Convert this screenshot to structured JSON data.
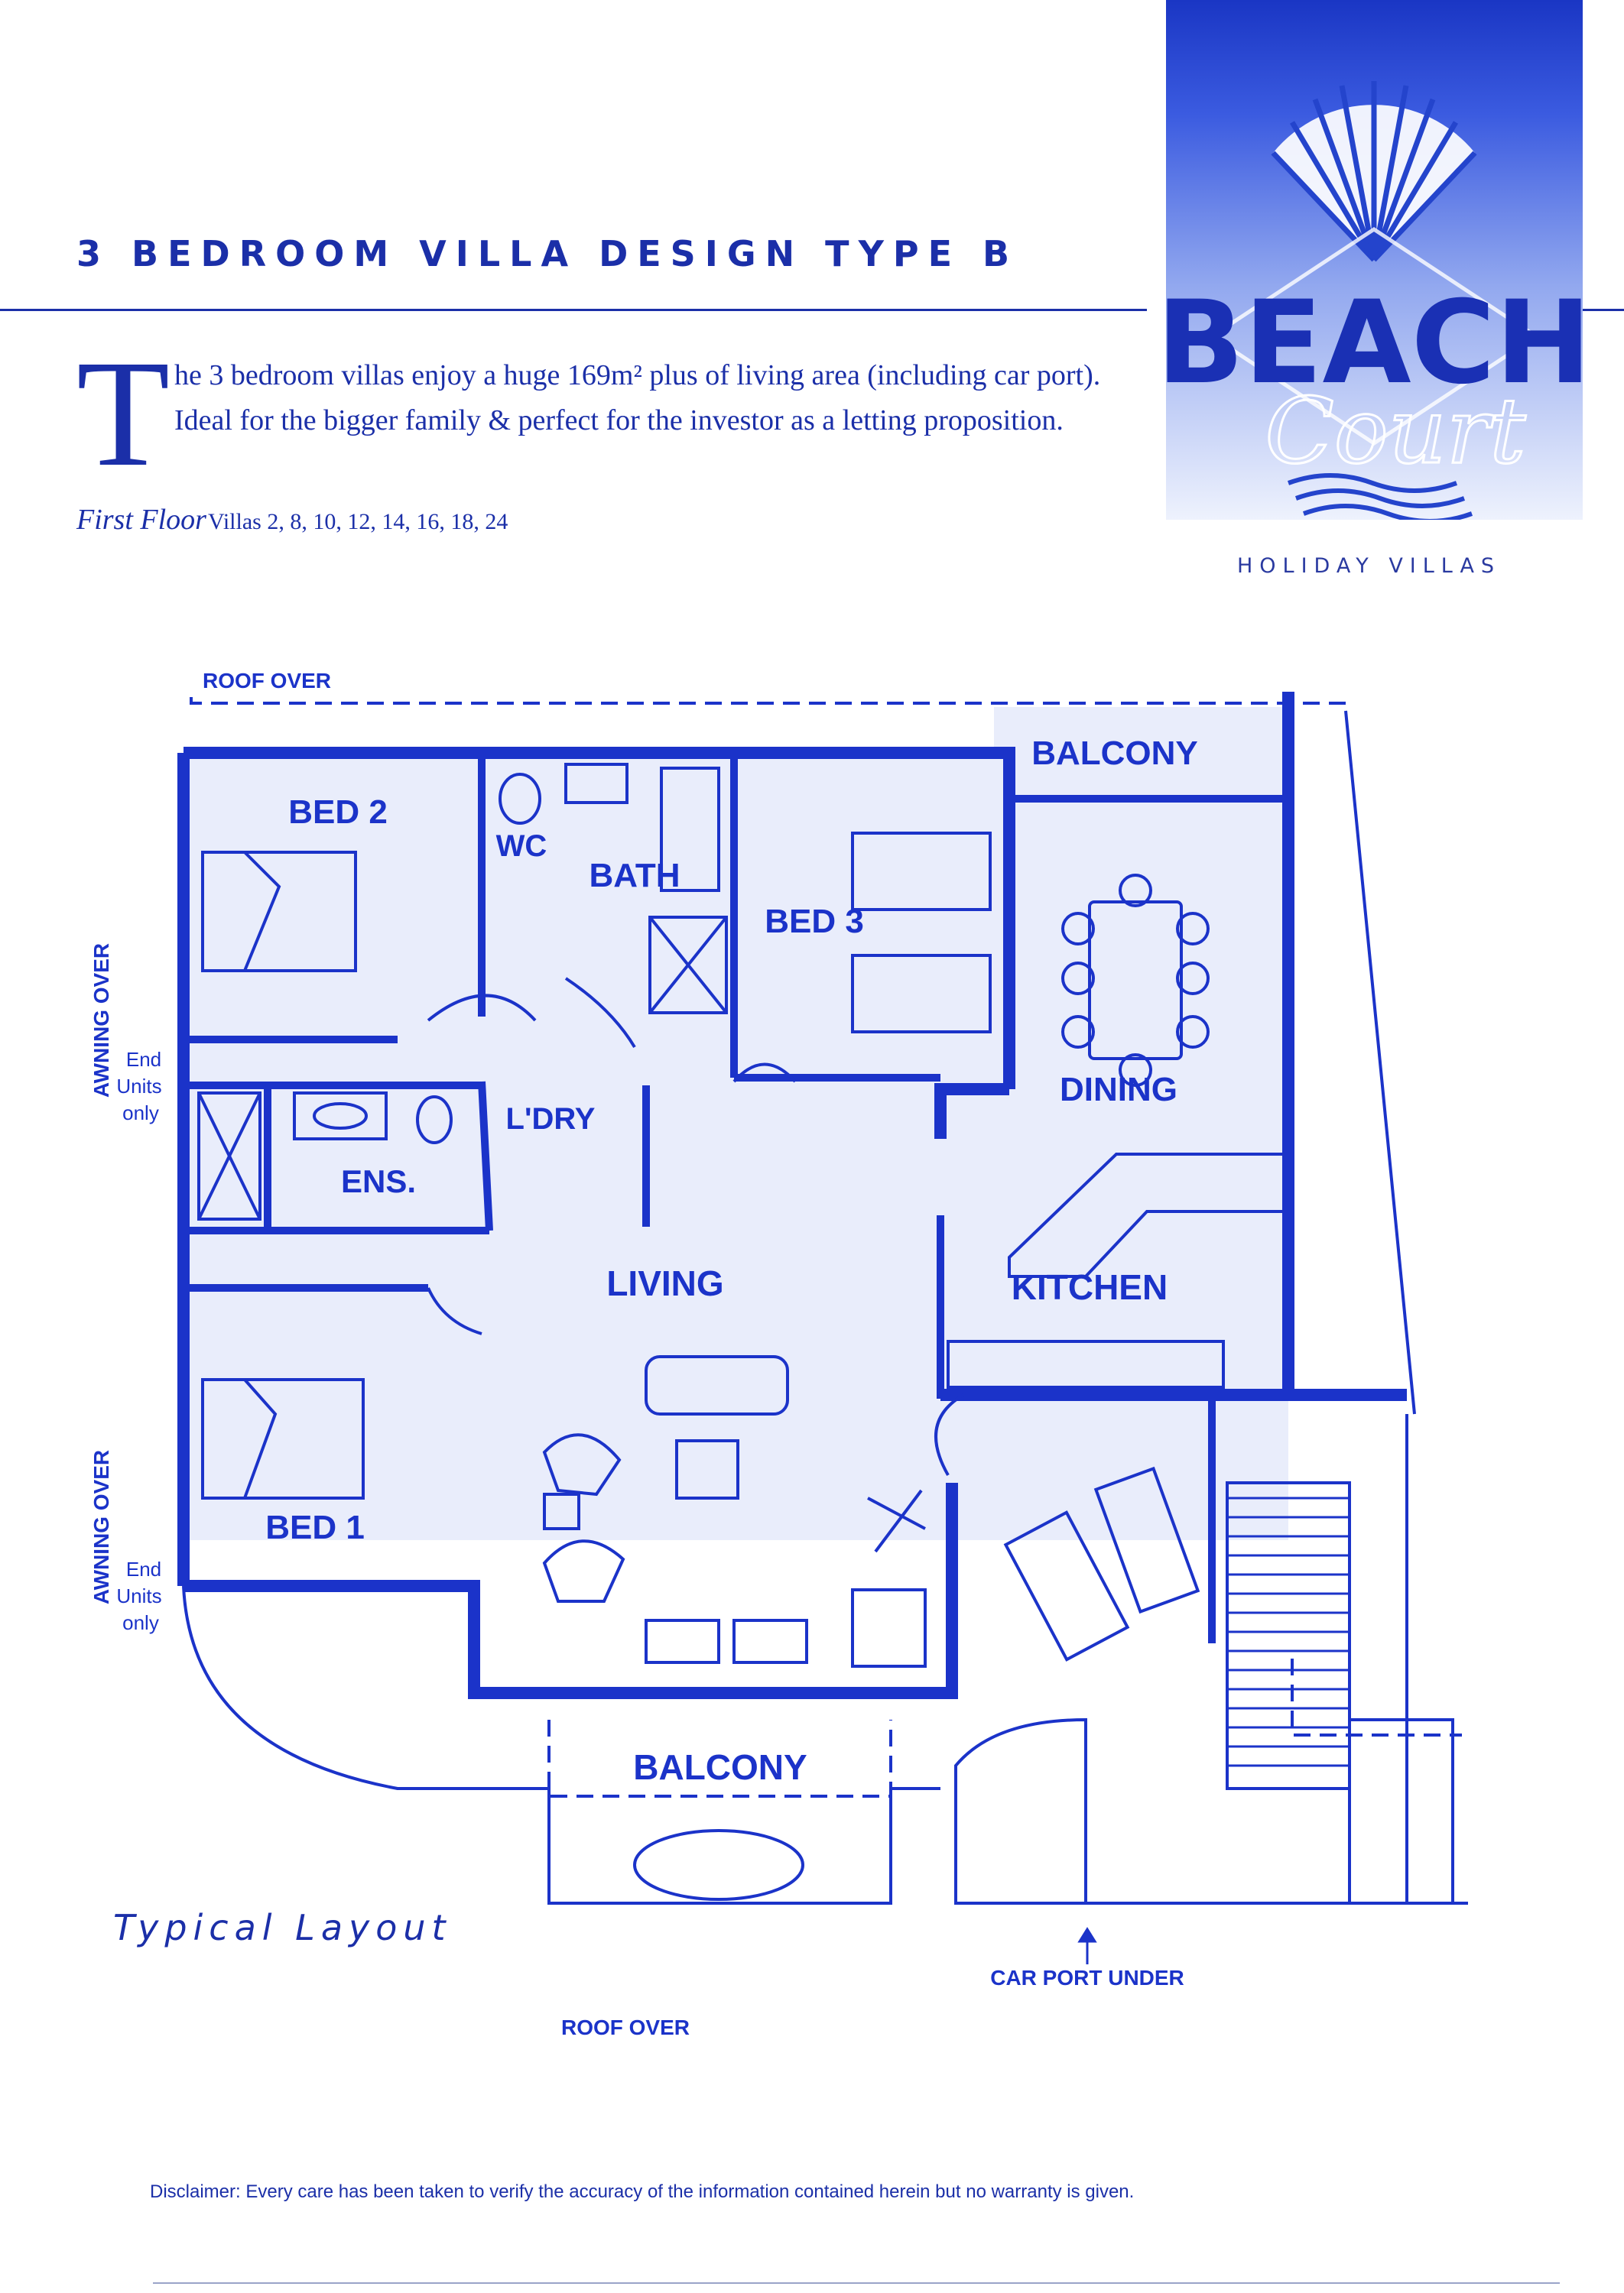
{
  "header": {
    "title": "3 BEDROOM VILLA DESIGN TYPE B",
    "intro_dropcap": "T",
    "intro_text": "he 3 bedroom villas enjoy a huge 169m² plus of living area (including car port). Ideal for the bigger family & perfect for the investor as a letting proposition.",
    "floor_label": "First Floor",
    "villas": "Villas 2, 8, 10, 12, 14, 16, 18, 24"
  },
  "logo": {
    "name_top": "BEACH",
    "name_script": "Court",
    "tagline": "HOLIDAY VILLAS"
  },
  "plan": {
    "rooms": {
      "bed2": "BED 2",
      "wc": "WC",
      "bath": "BATH",
      "bed3": "BED 3",
      "balcony_top": "BALCONY",
      "dining": "DINING",
      "laundry": "L'DRY",
      "ensuite": "ENS.",
      "living": "LIVING",
      "kitchen": "KITCHEN",
      "bed1": "BED 1",
      "balcony_bottom": "BALCONY"
    },
    "notes": {
      "roof_over_top": "ROOF OVER",
      "roof_over_bottom": "ROOF OVER",
      "awning_top": "AWNING OVER",
      "awning_bottom": "AWNING OVER",
      "end_units_1": "End",
      "end_units_2": "Units",
      "end_units_3": "only",
      "car_port": "CAR PORT UNDER"
    },
    "caption": "Typical Layout"
  },
  "footer": {
    "disclaimer": "Disclaimer: Every care has been taken to verify the accuracy of the information contained herein but no warranty is given."
  },
  "colors": {
    "ink": "#1b2fa8",
    "plan_line": "#1b33c9",
    "plan_fill": "#e9edfb"
  },
  "icons": [
    "shell-logo-icon",
    "wave-logo-icon",
    "north-arrow-icon"
  ]
}
